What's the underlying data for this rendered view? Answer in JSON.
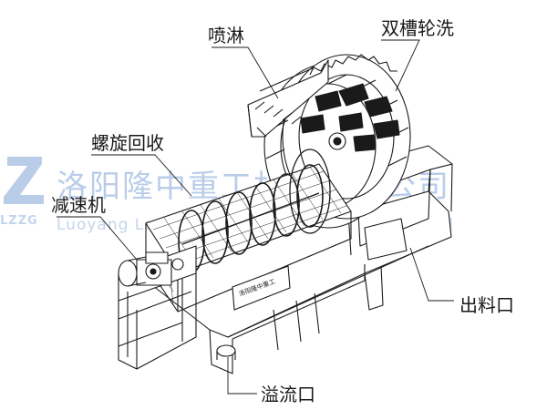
{
  "labels": {
    "spray": "喷淋",
    "double_wheel": "双槽轮洗",
    "spiral_recovery": "螺旋回收",
    "reducer": "减速机",
    "outlet": "出料口",
    "overflow": "溢流口"
  },
  "watermark": {
    "company_cn": "洛阳隆中重工机械有限公司",
    "company_en": "Luoyang Longzhong Heavy Machinery Co., Ltd",
    "logo_text": "LZZG"
  },
  "nameplate": {
    "text": "洛阳隆中重工"
  },
  "colors": {
    "line": "#1a1a1a",
    "watermark": "#b9cde8",
    "background": "#ffffff"
  }
}
